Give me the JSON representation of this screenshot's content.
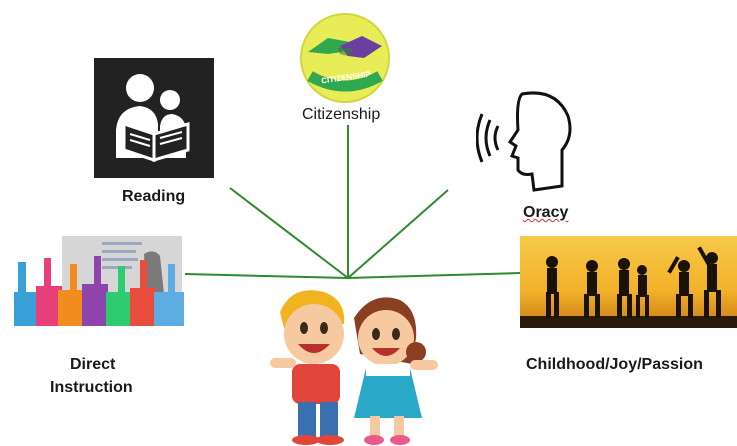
{
  "diagram": {
    "nodes": {
      "citizenship": {
        "label": "Citizenship",
        "icon": "handshake-logo-icon",
        "badge_text": "CITIZENSHIP"
      },
      "reading": {
        "label": "Reading",
        "icon": "reading-book-icon"
      },
      "oracy": {
        "label": "Oracy",
        "icon": "speaking-head-icon"
      },
      "direct_instruction": {
        "label_line1": "Direct",
        "label_line2": "Instruction",
        "icon": "classroom-hands-raised-image"
      },
      "childhood": {
        "label": "Childhood/Joy/Passion",
        "icon": "children-playing-sunset-image"
      },
      "center": {
        "icon": "happy-children-illustration"
      }
    },
    "colors": {
      "connector": "#2e8b2e",
      "citizenship_badge": "#e8ec57",
      "handshake_green": "#2fa84f",
      "handshake_purple": "#6a3fa0",
      "reading_bg": "#222222",
      "sunset": "#f2b12a"
    }
  }
}
